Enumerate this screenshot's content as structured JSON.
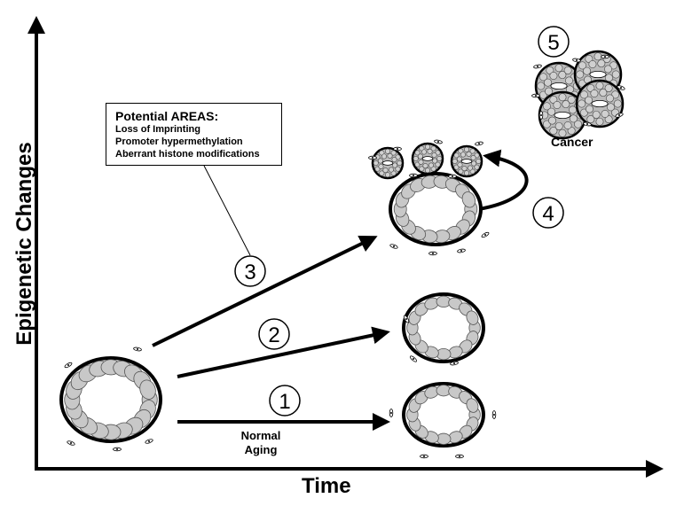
{
  "axes": {
    "x_label": "Time",
    "y_label": "Epigenetic Changes"
  },
  "callout": {
    "title": "Potential AREAS:",
    "lines": [
      "Loss of Imprinting",
      "Promoter hypermethylation",
      "Aberrant histone modifications"
    ]
  },
  "steps": [
    "1",
    "2",
    "3",
    "4",
    "5"
  ],
  "captions": {
    "normal_aging": [
      "Normal",
      "Aging"
    ],
    "cancer": "Cancer"
  }
}
